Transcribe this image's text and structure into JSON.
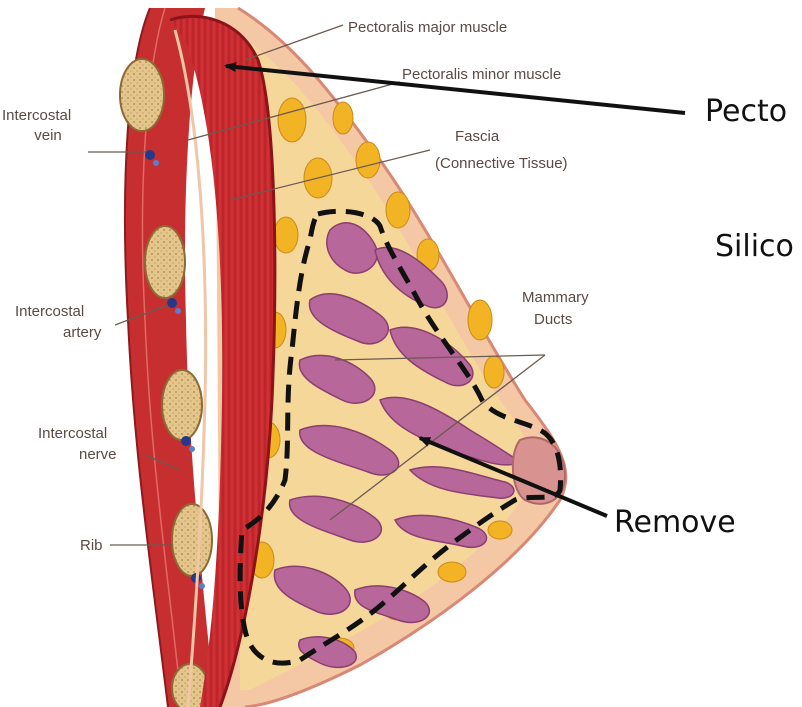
{
  "labels": {
    "pectoralis_major": "Pectoralis major muscle",
    "pectoralis_minor": "Pectoralis minor muscle",
    "fascia_line1": "Fascia",
    "fascia_line2": "(Connective Tissue)",
    "intercostal_vein_line1": "Intercostal",
    "intercostal_vein_line2": "vein",
    "intercostal_artery_line1": "Intercostal",
    "intercostal_artery_line2": "artery",
    "intercostal_nerve_line1": "Intercostal",
    "intercostal_nerve_line2": "nerve",
    "rib": "Rib",
    "mammary_ducts_line1": "Mammary",
    "mammary_ducts_line2": "Ducts"
  },
  "annotations": {
    "pectoralis_callout": "Pecto",
    "silicone_callout": "Silico",
    "remove_callout": "Remove"
  },
  "colors": {
    "muscle": "#c8282e",
    "skin": "#f2c9a6",
    "fat": "#f3b428",
    "ducts": "#b86a94",
    "bone": "#e2c48a",
    "vessel": "#2a3f8f"
  }
}
